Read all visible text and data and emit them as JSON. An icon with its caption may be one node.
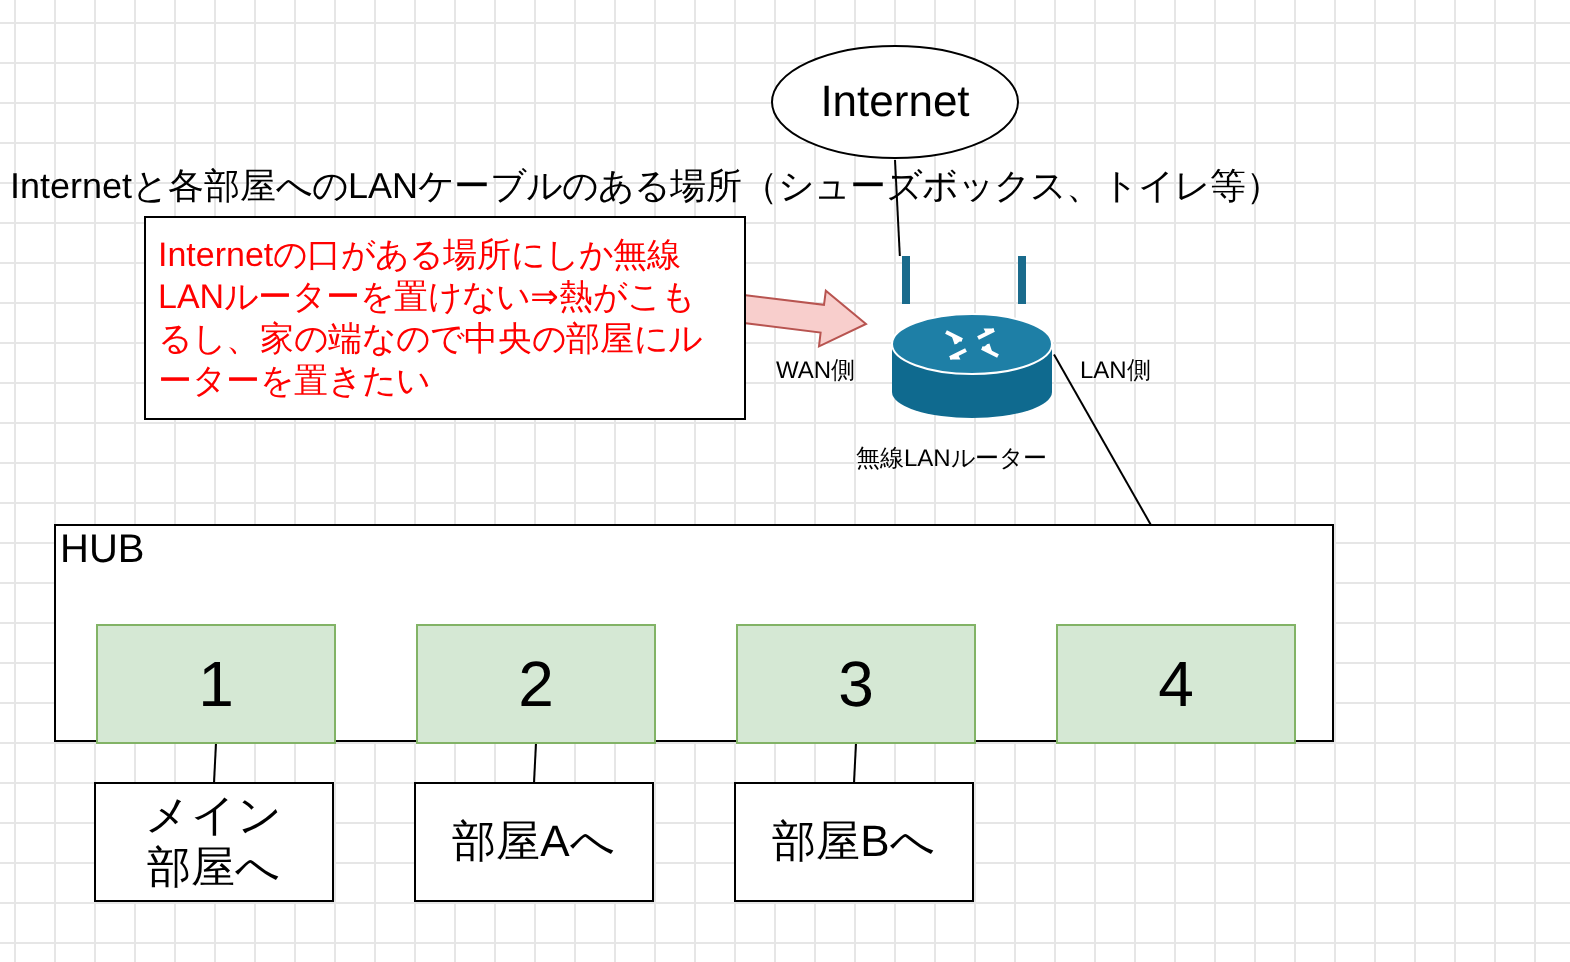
{
  "diagram": {
    "nodes": [
      {
        "text": [
          "Internet"
        ]
      },
      {
        "text": [
          "Internetの口がある場所にしか無線LANルーターを置けない⇒熱がこもるし、家の端なので中央の部屋にルーターを置きたい"
        ]
      },
      {
        "text": [],
        "shape": "picture",
        "beside": [
          "無線LANルーター"
        ]
      },
      {
        "text": [
          "HUB"
        ]
      },
      {
        "text": [
          "1"
        ],
        "in": 3
      },
      {
        "text": [
          "2"
        ],
        "in": 3
      },
      {
        "text": [
          "3"
        ],
        "in": 3
      },
      {
        "text": [
          "4"
        ],
        "in": 3
      },
      {
        "text": [
          "メイン部屋へ"
        ]
      },
      {
        "text": [
          "部屋Aへ"
        ]
      },
      {
        "text": [
          "部屋Bへ"
        ]
      }
    ],
    "edges": [
      {
        "from": 0,
        "to": 2,
        "arrow": "none"
      },
      {
        "from": 1,
        "to": 2,
        "arrow": "to",
        "style": "thick",
        "color": "#f8cecc"
      },
      {
        "from": 2,
        "to": 7,
        "arrow": "none"
      },
      {
        "from": 4,
        "to": 8,
        "arrow": "none"
      },
      {
        "from": 5,
        "to": 9,
        "arrow": "none"
      },
      {
        "from": 6,
        "to": 10,
        "arrow": "none"
      }
    ],
    "labels": [
      "Internetと各部屋へのLANケーブルのある場所（シューズボックス、トイレ等）",
      "WAN側",
      "LAN側"
    ]
  }
}
